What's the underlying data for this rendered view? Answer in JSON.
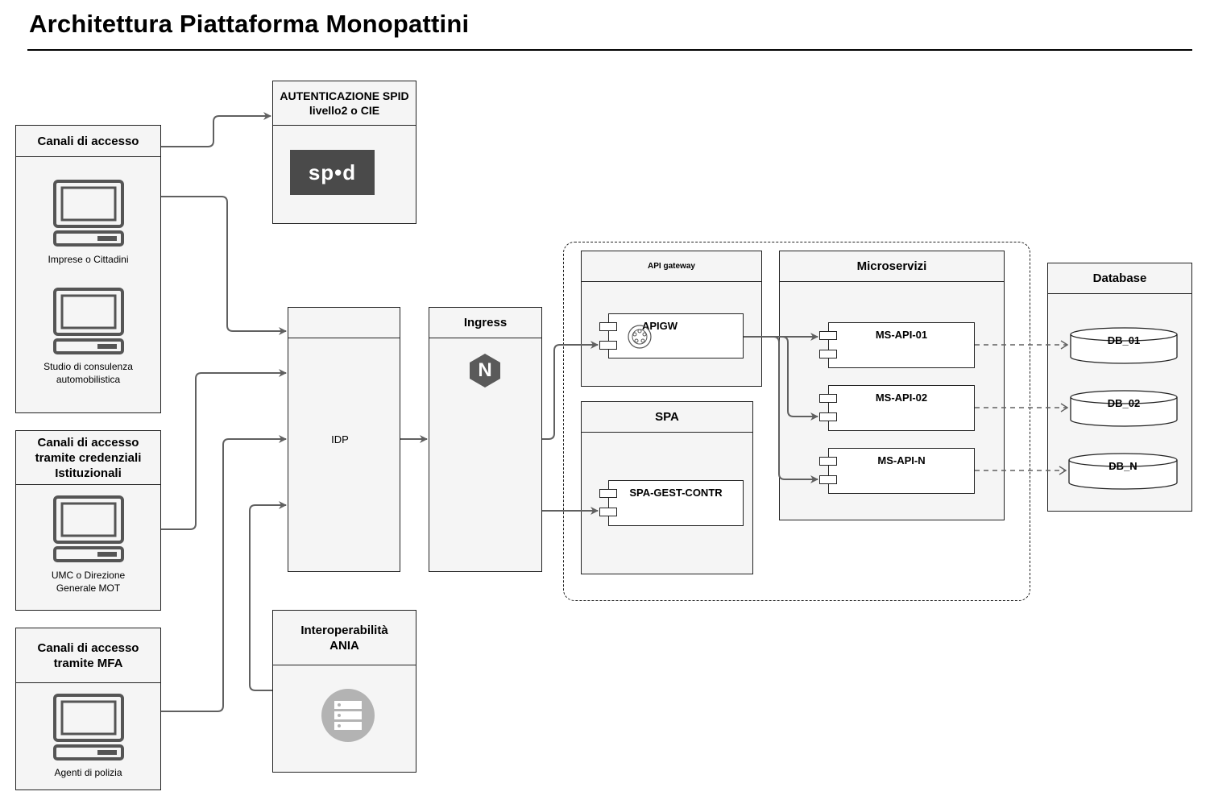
{
  "title": "Architettura Piattaforma Monopattini",
  "colors": {
    "line": "#606060",
    "box_fill": "#f5f5f5",
    "spid_bg": "#4a4a4a",
    "nginx": "#5a5a5a",
    "server_icon": "#b3b3b3"
  },
  "access": {
    "group1": {
      "header": "Canali di accesso",
      "item1": "Imprese o Cittadini",
      "item2": "Studio di consulenza automobilistica"
    },
    "group2": {
      "header": "Canali di accesso tramite credenziali Istituzionali",
      "item1": "UMC o Direzione Generale MOT"
    },
    "group3": {
      "header": "Canali di accesso tramite MFA",
      "item1": "Agenti di polizia"
    }
  },
  "auth": {
    "header": "AUTENTICAZIONE SPID livello2 o CIE",
    "logo_text": "sp•d"
  },
  "idp": {
    "label": "IDP"
  },
  "ingress": {
    "header": "Ingress",
    "icon_letter": "N"
  },
  "ania": {
    "header": "Interoperabilità ANIA"
  },
  "api_gateway": {
    "header": "API gateway",
    "component": "APIGW"
  },
  "spa": {
    "header": "SPA",
    "component": "SPA-GEST-CONTR"
  },
  "microservices": {
    "header": "Microservizi",
    "items": [
      "MS-API-01",
      "MS-API-02",
      "MS-API-N"
    ]
  },
  "database": {
    "header": "Database",
    "items": [
      "DB_01",
      "DB_02",
      "DB_N"
    ]
  },
  "icons": [
    "computer-icon",
    "spid-logo",
    "nginx-icon",
    "server-icon",
    "kong-icon",
    "database-cylinder-icon"
  ]
}
